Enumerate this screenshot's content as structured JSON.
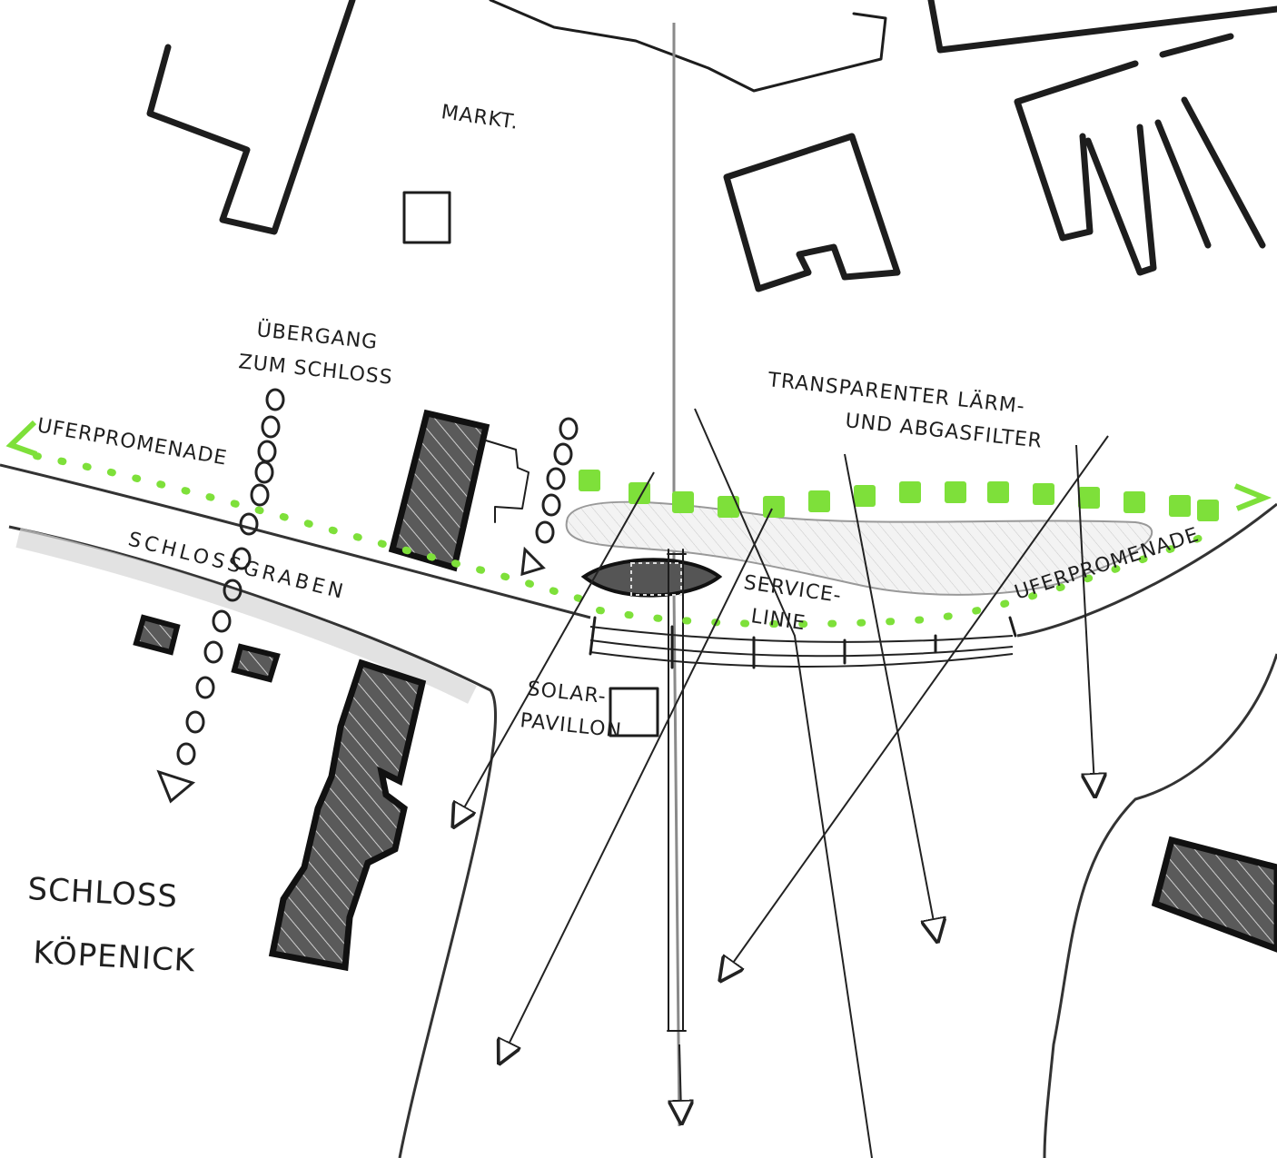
{
  "labels": {
    "markt": "MARKT.",
    "uebergang": "ÜBERGANG",
    "zum_schloss": "ZUM SCHLOSS",
    "uferpromenade_left": "UFERPROMENADE",
    "schlossgraben": "SCHLOSSGRABEN",
    "transparenter": "TRANSPARENTER LÄRM-",
    "abgasfilter": "UND ABGASFILTER",
    "uferpromenade_right": "UFERPROMENADE",
    "service": "SERVICE-",
    "linie": "LINIE",
    "solar": "SOLAR-",
    "pavillon": "PAVILLON",
    "schloss": "SCHLOSS",
    "koepenick": "KÖPENICK"
  },
  "colors": {
    "accent_green": "#7ee03a",
    "ink": "#1d1d1d",
    "shade": "#5a5a5a"
  }
}
